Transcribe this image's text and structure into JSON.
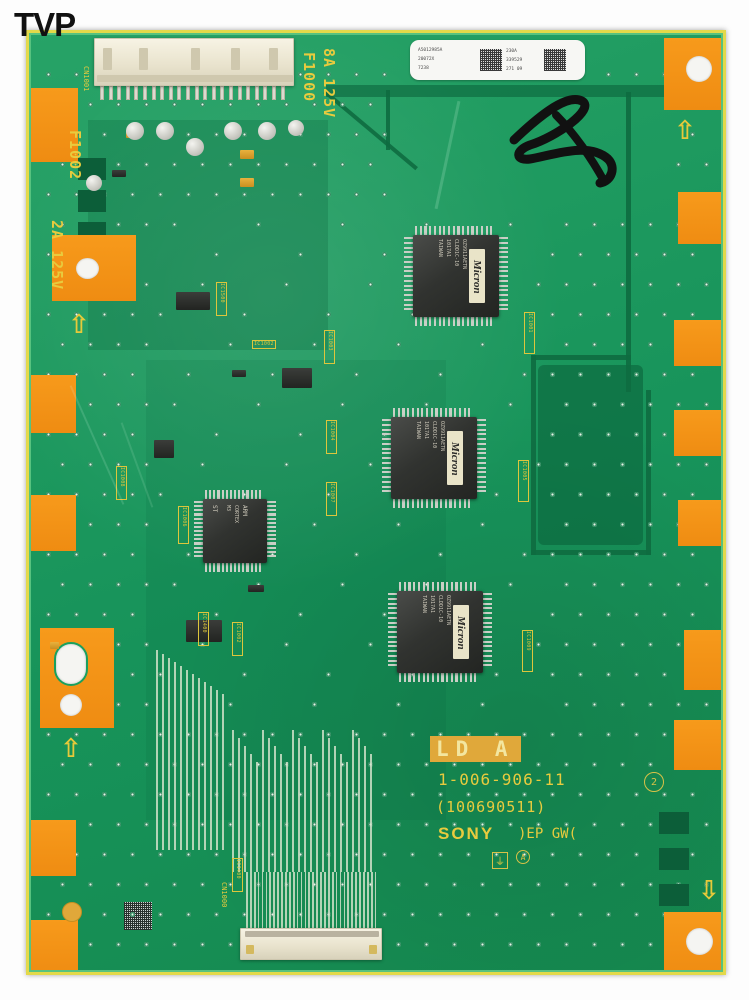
{
  "watermark": {
    "text": "TVP"
  },
  "board": {
    "description": "Sony LED driver / T-CON printed circuit board, component side",
    "solder_mask_color": "#1f9b60",
    "silkscreen_color": "#e8cb3e",
    "edge_pad_color": "#f79a1b"
  },
  "silkscreen": {
    "fuse_f1000_rating": "8A 125V",
    "fuse_f1000_ref": "F1000",
    "fuse_f1002_ref": "F1002",
    "fuse_f1002_rating": "2A 125V",
    "connector_cn1001": "CN1001",
    "connector_cn1000": "CN1000",
    "board_name": "LD A",
    "part_number": "1-006-906-11",
    "part_number_alt": "(100690511)",
    "brand": "SONY",
    "brand_suffix": ")EP GW(",
    "rev_mark": "2",
    "ic_labels": [
      "IC1500",
      "IC1002",
      "IC1003",
      "IC1004",
      "IC1005",
      "IC1006",
      "IC1007",
      "IC1008",
      "IC1009",
      "IC1001",
      "IC1400"
    ]
  },
  "sticker": {
    "line1": "A5012985A",
    "line2": "20072X",
    "line3": "7238",
    "code1": "230A",
    "code2": "339529",
    "code3": "271 09"
  },
  "chips": {
    "micron": {
      "brand": "Micron",
      "line1": "OZ9911AETN",
      "line2": "CLDD1C-10",
      "line3": "1017A1",
      "line4": "TAIWAN",
      "count": 3
    },
    "mcu": {
      "brand": "ARM",
      "line1": "ST",
      "line2": "CORTEX",
      "line3": "M3"
    }
  },
  "markings": {
    "scribble": "black marker check mark",
    "datamatrix": "2D data matrix code"
  }
}
